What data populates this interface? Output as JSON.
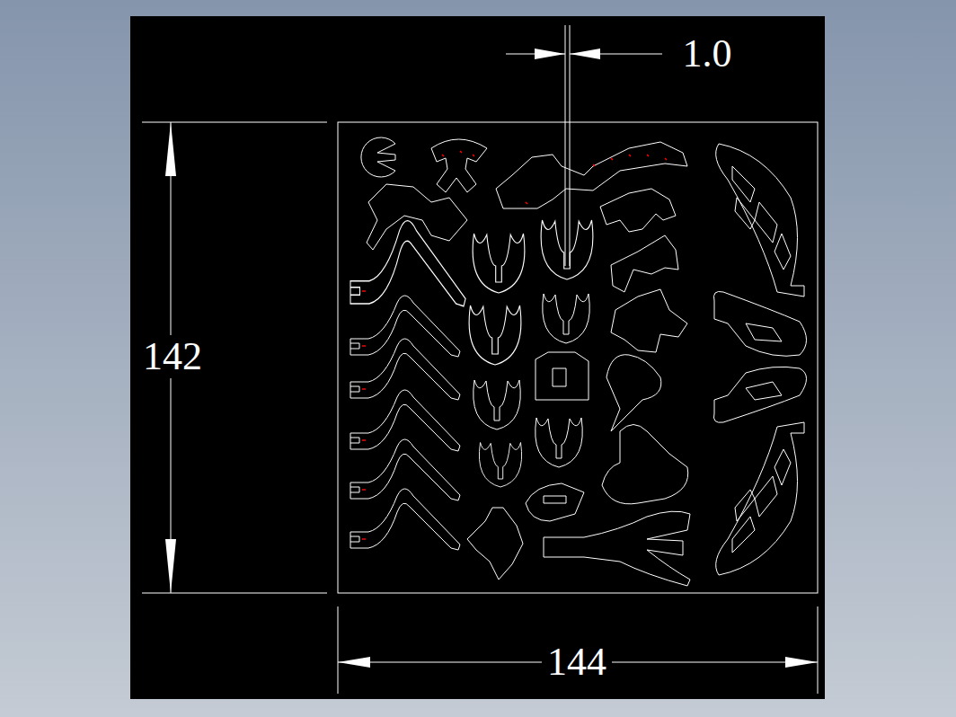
{
  "diagram": {
    "labels": [
      "1.0",
      "142",
      "144"
    ]
  }
}
